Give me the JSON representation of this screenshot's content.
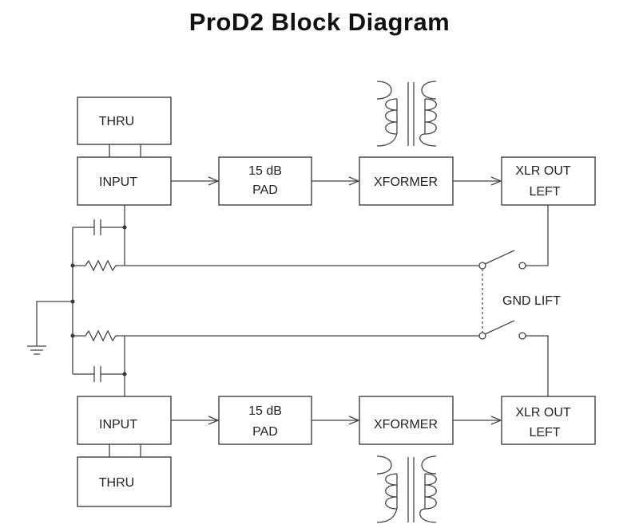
{
  "title": "ProD2 Block Diagram",
  "blocks": {
    "thru": "THRU",
    "input": "INPUT",
    "pad_line1": "15 dB",
    "pad_line2": "PAD",
    "xformer": "XFORMER",
    "xlr_line1": "XLR OUT",
    "left": "LEFT"
  },
  "gnd_lift": "GND LIFT"
}
